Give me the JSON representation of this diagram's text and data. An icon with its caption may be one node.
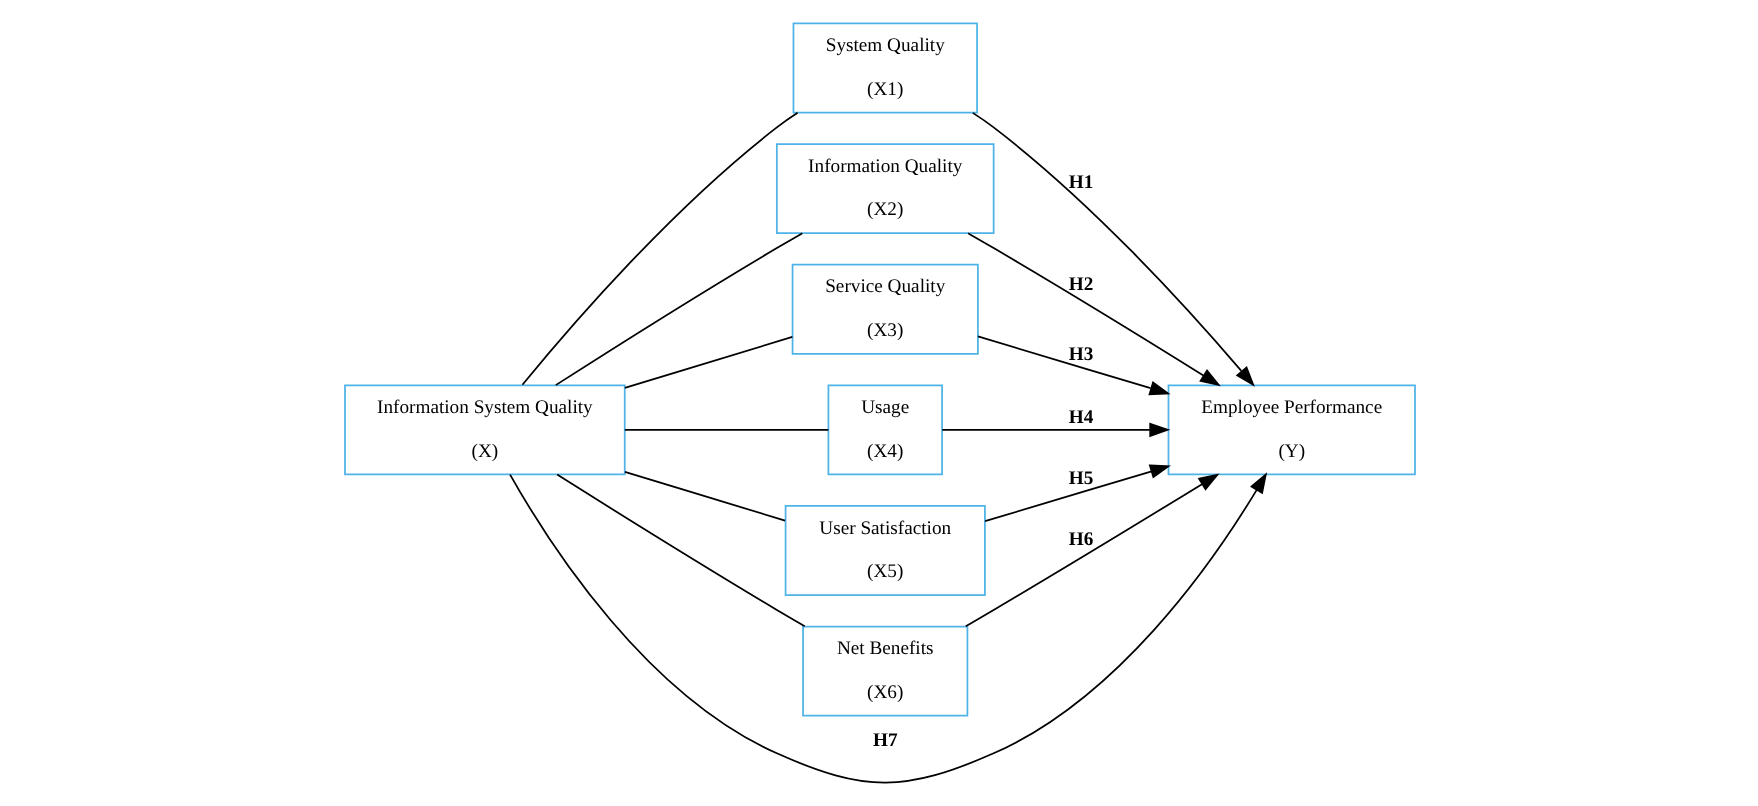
{
  "diagram": {
    "nodes": [
      {
        "text": [
          "Information System Quality",
          "(X)"
        ]
      },
      {
        "text": [
          "System Quality",
          "(X1)"
        ]
      },
      {
        "text": [
          "Information Quality",
          "(X2)"
        ]
      },
      {
        "text": [
          "Service Quality",
          "(X3)"
        ]
      },
      {
        "text": [
          "Usage",
          "(X4)"
        ]
      },
      {
        "text": [
          "User Satisfaction",
          "(X5)"
        ]
      },
      {
        "text": [
          "Net Benefits",
          "(X6)"
        ]
      },
      {
        "text": [
          "Employee Performance",
          "(Y)"
        ]
      }
    ],
    "edges": [
      {
        "from": 0,
        "to": 1,
        "arrow": "none"
      },
      {
        "from": 0,
        "to": 2,
        "arrow": "none"
      },
      {
        "from": 0,
        "to": 3,
        "arrow": "none"
      },
      {
        "from": 0,
        "to": 4,
        "arrow": "none"
      },
      {
        "from": 0,
        "to": 5,
        "arrow": "none"
      },
      {
        "from": 0,
        "to": 6,
        "arrow": "none"
      },
      {
        "from": 1,
        "to": 7,
        "arrow": "to",
        "label": "H1"
      },
      {
        "from": 2,
        "to": 7,
        "arrow": "to",
        "label": "H2"
      },
      {
        "from": 3,
        "to": 7,
        "arrow": "to",
        "label": "H3"
      },
      {
        "from": 4,
        "to": 7,
        "arrow": "to",
        "label": "H4"
      },
      {
        "from": 5,
        "to": 7,
        "arrow": "to",
        "label": "H5"
      },
      {
        "from": 6,
        "to": 7,
        "arrow": "to",
        "label": "H6"
      },
      {
        "from": 0,
        "to": 7,
        "arrow": "to",
        "label": "H7"
      }
    ]
  }
}
